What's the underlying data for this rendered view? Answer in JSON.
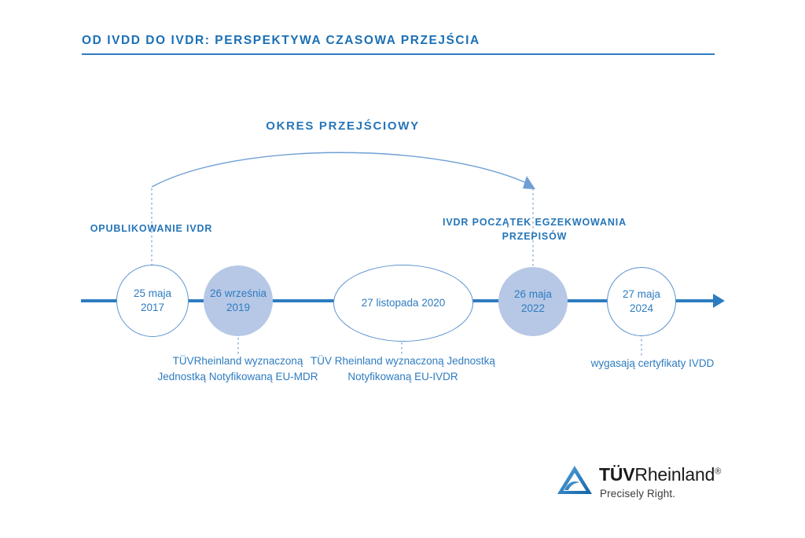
{
  "header": {
    "title": "OD IVDD DO IVDR: PERSPEKTYWA CZASOWA PRZEJŚCIA"
  },
  "diagram": {
    "period_label": "OKRES PRZEJŚCIOWY",
    "callout_left": "OPUBLIKOWANIE IVDR",
    "callout_right": "IVDR POCZĄTEK EGZEKWOWANIA PRZEPISÓW",
    "nodes": [
      {
        "line1": "25 maja",
        "line2": "2017",
        "style": "hollow"
      },
      {
        "line1": "26 września",
        "line2": "2019",
        "style": "filled"
      },
      {
        "line1": "27 listopada 2020",
        "line2": "",
        "style": "hollow"
      },
      {
        "line1": "26 maja",
        "line2": "2022",
        "style": "filled"
      },
      {
        "line1": "27 maja",
        "line2": "2024",
        "style": "hollow"
      }
    ],
    "captions": [
      "TÜVRheinland wyznaczoną Jednostką Notyfikowaną EU-MDR",
      "TÜV Rheinland wyznaczoną Jednostką Notyfikowaną EU-IVDR",
      "wygasają certyfikaty IVDD"
    ]
  },
  "logo": {
    "brand_bold": "TÜV",
    "brand_light": "Rheinland",
    "registered": "®",
    "tagline": "Precisely Right."
  },
  "colors": {
    "title_blue": "#1b6fb5",
    "line_blue": "#2e7cc0",
    "node_fill": "#b7c8e6",
    "node_stroke": "#5b92cf",
    "dotted": "#7fa8d8"
  },
  "chart_data": {
    "type": "timeline",
    "title": "OD IVDD DO IVDR: PERSPEKTYWA CZASOWA PRZEJŚCIA",
    "transition_period": {
      "label": "OKRES PRZEJŚCIOWY",
      "from": "25 maja 2017",
      "to": "26 maja 2022"
    },
    "events": [
      {
        "date": "25 maja 2017",
        "above_label": "OPUBLIKOWANIE IVDR",
        "below_label": "",
        "highlighted": false
      },
      {
        "date": "26 września 2019",
        "above_label": "",
        "below_label": "TÜVRheinland wyznaczoną Jednostką Notyfikowaną EU-MDR",
        "highlighted": true
      },
      {
        "date": "27 listopada 2020",
        "above_label": "",
        "below_label": "TÜV Rheinland wyznaczoną Jednostką Notyfikowaną EU-IVDR",
        "highlighted": false
      },
      {
        "date": "26 maja 2022",
        "above_label": "IVDR POCZĄTEK EGZEKWOWANIA PRZEPISÓW",
        "below_label": "",
        "highlighted": true
      },
      {
        "date": "27 maja 2024",
        "above_label": "",
        "below_label": "wygasają certyfikaty IVDD",
        "highlighted": false
      }
    ]
  }
}
